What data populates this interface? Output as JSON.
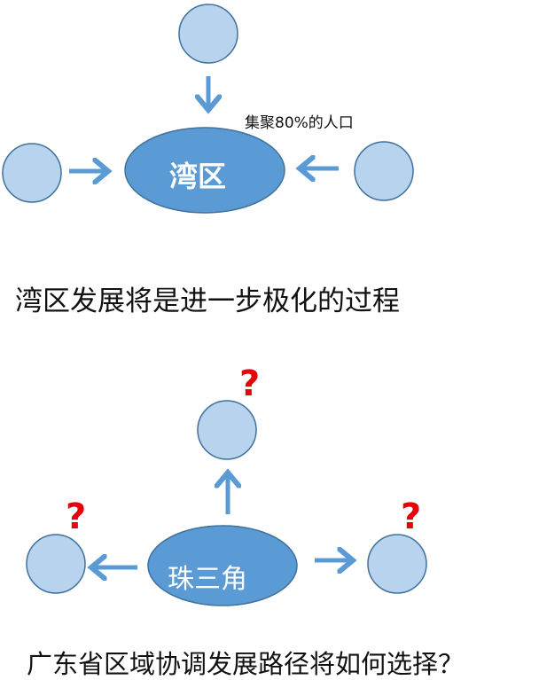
{
  "diagram1": {
    "center_label": "湾区",
    "annotation": "集聚80%的人口",
    "caption": "湾区发展将是进一步极化的过程"
  },
  "diagram2": {
    "center_label": "珠三角",
    "question_mark": "?",
    "caption": "广东省区域协调发展路径将如何选择？"
  },
  "colors": {
    "ellipse": "#5b9bd5",
    "circle": "#b8d3ee",
    "stroke": "#41719c",
    "arrow": "#5b9bd5",
    "question": "#e8000b"
  }
}
